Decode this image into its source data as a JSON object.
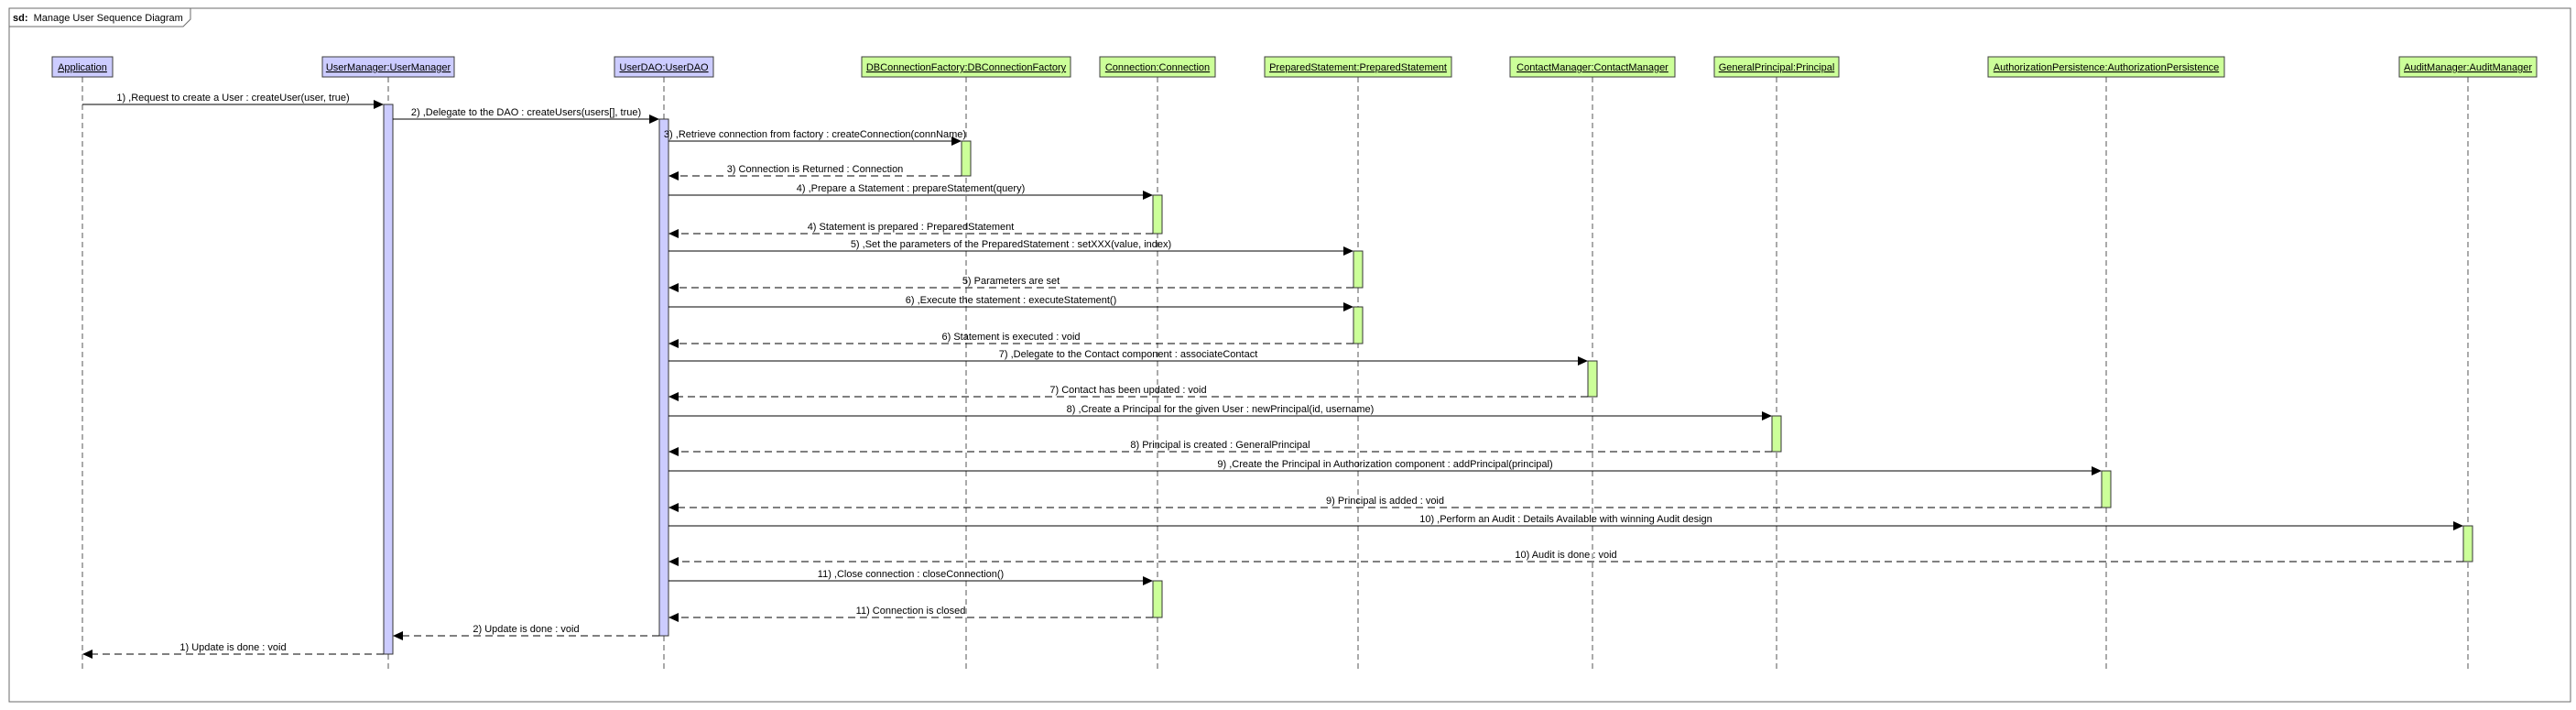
{
  "frame": {
    "keyword": "sd:",
    "title": "Manage User Sequence Diagram"
  },
  "colors": {
    "lifeline_fill_blue": "#ccccff",
    "lifeline_fill_green": "#ccff99",
    "activation_blue": "#ccccff",
    "activation_green": "#ccff99",
    "line": "#000000"
  },
  "participants": [
    {
      "id": "app",
      "label": "Application",
      "color": "blue"
    },
    {
      "id": "usermgr",
      "label": "UserManager:UserManager",
      "color": "blue"
    },
    {
      "id": "userdao",
      "label": "UserDAO:UserDAO",
      "color": "blue"
    },
    {
      "id": "connfact",
      "label": "DBConnectionFactory:DBConnectionFactory",
      "color": "green"
    },
    {
      "id": "conn",
      "label": "Connection:Connection",
      "color": "green"
    },
    {
      "id": "pstmt",
      "label": "PreparedStatement:PreparedStatement",
      "color": "green"
    },
    {
      "id": "contact",
      "label": "ContactManager:ContactManager",
      "color": "green"
    },
    {
      "id": "principal",
      "label": "GeneralPrincipal:Principal",
      "color": "green"
    },
    {
      "id": "authz",
      "label": "AuthorizationPersistence:AuthorizationPersistence",
      "color": "green"
    },
    {
      "id": "audit",
      "label": "AuditManager:AuditManager",
      "color": "green"
    }
  ],
  "messages": [
    {
      "from": "app",
      "to": "usermgr",
      "type": "call",
      "label": "1) ,Request to create a User : createUser(user, true)"
    },
    {
      "from": "usermgr",
      "to": "userdao",
      "type": "call",
      "label": "2) ,Delegate to the DAO : createUsers(users[], true)"
    },
    {
      "from": "userdao",
      "to": "connfact",
      "type": "call",
      "label": "3) ,Retrieve connection from factory : createConnection(connName)"
    },
    {
      "from": "connfact",
      "to": "userdao",
      "type": "return",
      "label": "3) Connection is Returned : Connection"
    },
    {
      "from": "userdao",
      "to": "conn",
      "type": "call",
      "label": "4) ,Prepare a Statement : prepareStatement(query)"
    },
    {
      "from": "conn",
      "to": "userdao",
      "type": "return",
      "label": "4) Statement is prepared : PreparedStatement"
    },
    {
      "from": "userdao",
      "to": "pstmt",
      "type": "call",
      "label": "5) ,Set the parameters of the PreparedStatement : setXXX(value, index)"
    },
    {
      "from": "pstmt",
      "to": "userdao",
      "type": "return",
      "label": "5) Parameters are set"
    },
    {
      "from": "userdao",
      "to": "pstmt",
      "type": "call",
      "label": "6) ,Execute the statement : executeStatement()"
    },
    {
      "from": "pstmt",
      "to": "userdao",
      "type": "return",
      "label": "6) Statement is executed : void"
    },
    {
      "from": "userdao",
      "to": "contact",
      "type": "call",
      "label": "7) ,Delegate to the Contact component : associateContact"
    },
    {
      "from": "contact",
      "to": "userdao",
      "type": "return",
      "label": "7) Contact has been updated : void"
    },
    {
      "from": "userdao",
      "to": "principal",
      "type": "call",
      "label": "8) ,Create a Principal for the given User : newPrincipal(id, username)"
    },
    {
      "from": "principal",
      "to": "userdao",
      "type": "return",
      "label": "8) Principal is created : GeneralPrincipal"
    },
    {
      "from": "userdao",
      "to": "authz",
      "type": "call",
      "label": "9) ,Create the Principal in Authorization component : addPrincipal(principal)"
    },
    {
      "from": "authz",
      "to": "userdao",
      "type": "return",
      "label": "9) Principal is added : void"
    },
    {
      "from": "userdao",
      "to": "audit",
      "type": "call",
      "label": "10) ,Perform an Audit : Details Available with winning Audit design"
    },
    {
      "from": "audit",
      "to": "userdao",
      "type": "return",
      "label": "10) Audit is done : void"
    },
    {
      "from": "userdao",
      "to": "conn",
      "type": "call",
      "label": "11) ,Close connection : closeConnection()"
    },
    {
      "from": "conn",
      "to": "userdao",
      "type": "return",
      "label": "11) Connection is closed"
    },
    {
      "from": "userdao",
      "to": "usermgr",
      "type": "return",
      "label": "2) Update is done : void"
    },
    {
      "from": "usermgr",
      "to": "app",
      "type": "return",
      "label": "1) Update is done : void"
    }
  ]
}
